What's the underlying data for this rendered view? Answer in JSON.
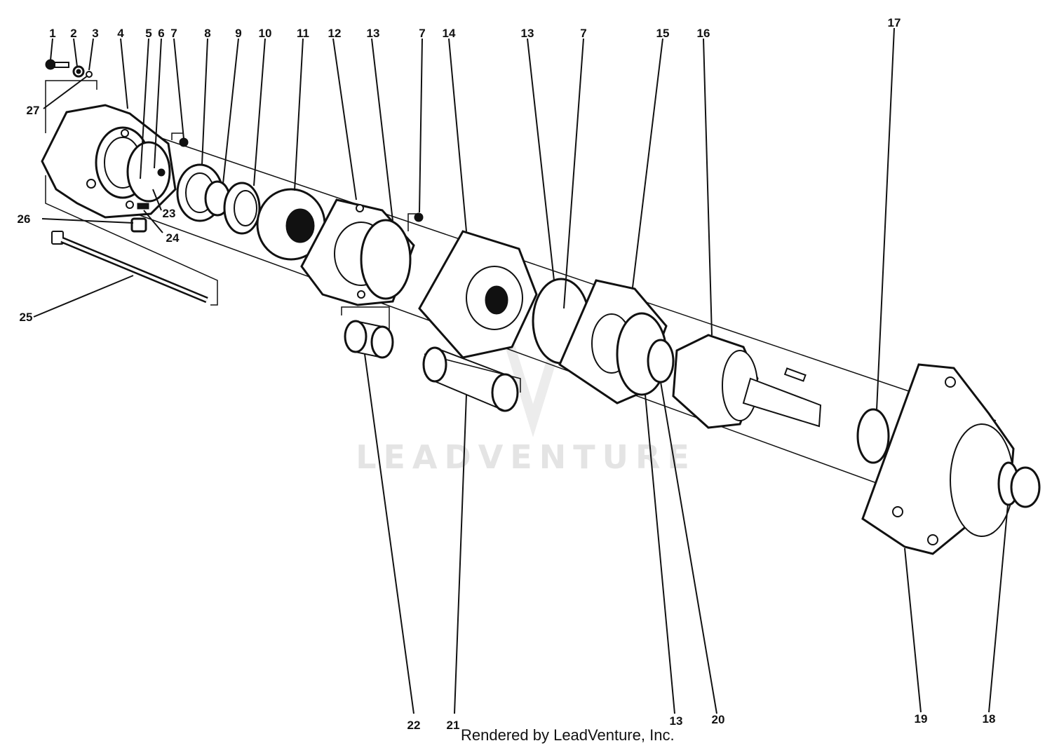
{
  "watermark": "LEADVENTURE",
  "footer": "Rendered by LeadVenture, Inc.",
  "callouts": [
    "1",
    "2",
    "3",
    "4",
    "5",
    "6",
    "7",
    "8",
    "9",
    "10",
    "11",
    "12",
    "13",
    "7",
    "14",
    "13",
    "7",
    "15",
    "16",
    "17",
    "27",
    "23",
    "26",
    "24",
    "25",
    "22",
    "21",
    "13",
    "20",
    "19",
    "18"
  ]
}
